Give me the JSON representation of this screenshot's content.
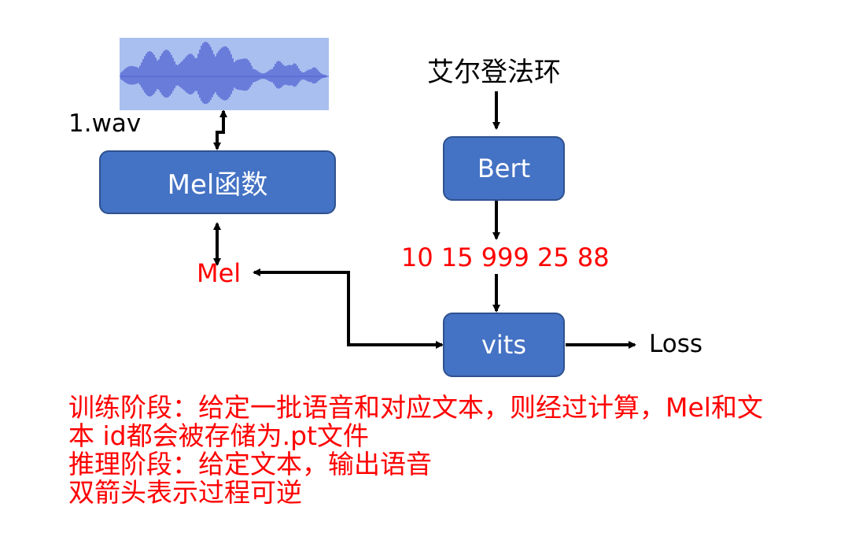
{
  "diagram": {
    "audio_file_label": "1.wav",
    "input_text": "艾尔登法环",
    "nodes": {
      "mel_function": "Mel函数",
      "bert": "Bert",
      "vits": "vits"
    },
    "mel_output_label": "Mel",
    "token_ids": "10 15 999 25 88",
    "loss_label": "Loss",
    "notes": [
      "训练阶段：给定一批语音和对应文本，则经过计算，Mel和文",
      "本 id都会被存储为.pt文件",
      "推理阶段：给定文本，输出语音",
      "双箭头表示过程可逆"
    ]
  },
  "colors": {
    "node_fill": "#4472c4",
    "node_border": "#2f528f",
    "emphasis_text": "#ff0000",
    "waveform_background": "#a9bff0",
    "waveform": "#5060d0",
    "arrow": "#000000"
  },
  "icons": {
    "waveform": "audio-waveform-image"
  }
}
